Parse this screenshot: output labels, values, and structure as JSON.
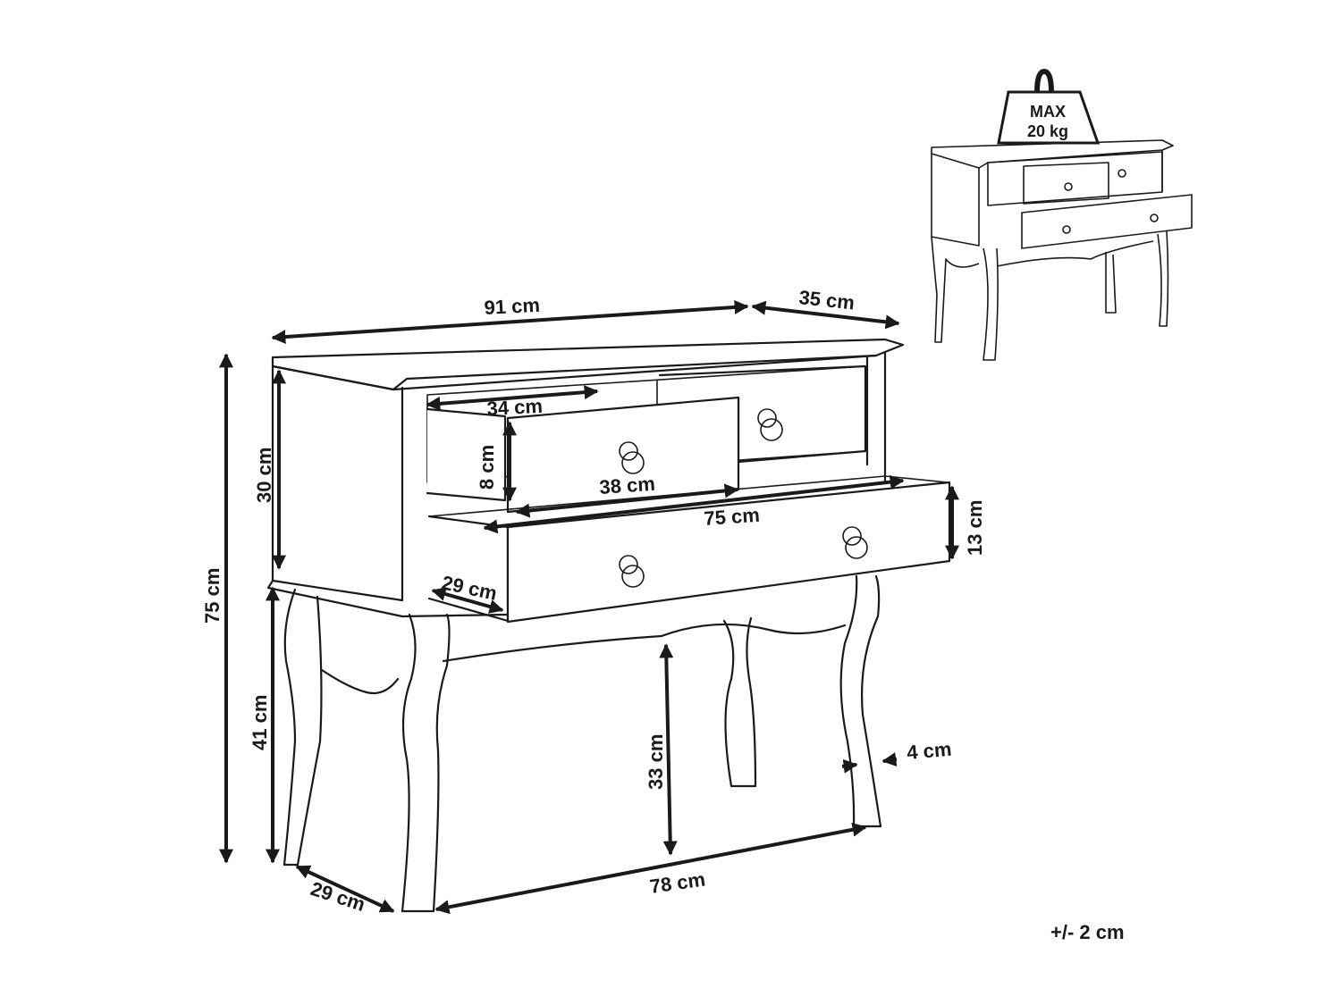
{
  "dimensions": {
    "overall_width": "91 cm",
    "overall_depth": "35 cm",
    "overall_height": "75 cm",
    "body_height": "30 cm",
    "leg_height": "41 cm",
    "clearance_height": "33 cm",
    "leg_span_width": "78 cm",
    "leg_span_depth": "29 cm",
    "leg_thickness": "4 cm",
    "small_drawer_depth": "34 cm",
    "small_drawer_width": "38 cm",
    "small_drawer_height": "8 cm",
    "large_drawer_width": "75 cm",
    "large_drawer_height": "13 cm",
    "large_drawer_depth": "29 cm"
  },
  "load_badge": {
    "line1": "MAX",
    "line2": "20 kg"
  },
  "tolerance": "+/- 2 cm"
}
